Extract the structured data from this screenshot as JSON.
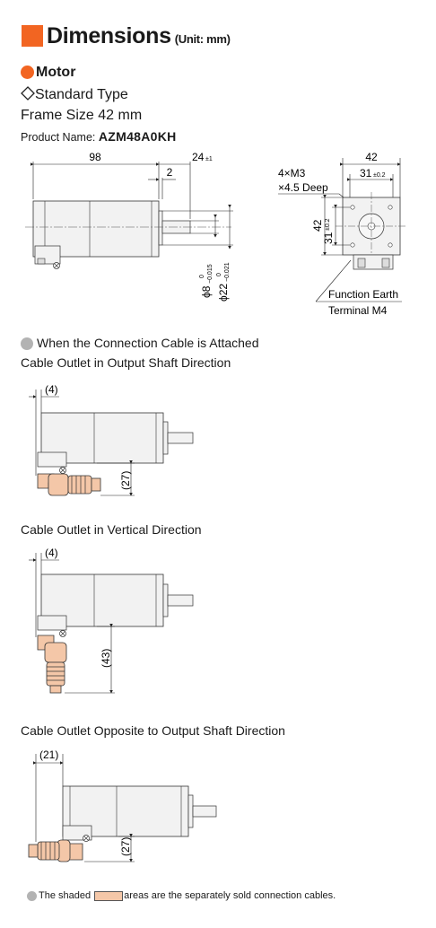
{
  "header": {
    "title": "Dimensions",
    "unit": "(Unit: mm)",
    "accent_color": "#f26522"
  },
  "motor": {
    "label": "Motor",
    "type_label": "Standard Type",
    "frame_size": "Frame Size 42 mm",
    "product_name_label": "Product Name: ",
    "product_name": "AZM48A0KH"
  },
  "side_view": {
    "length": "98",
    "step": "2",
    "shaft": "24",
    "shaft_tol": "±1",
    "d8": "ϕ8",
    "d8_tol_top": "0",
    "d8_tol_bottom": "−0.015",
    "d22": "ϕ22",
    "d22_tol_top": "0",
    "d22_tol_bottom": "−0.021"
  },
  "front_view": {
    "width": "42",
    "hole_pitch": "31",
    "hole_pitch_tol": "±0.2",
    "height": "42",
    "v_pitch": "31",
    "v_pitch_tol": "±0.2",
    "screw": "4×M3",
    "depth": "×4.5 Deep",
    "earth_line1": "Function Earth",
    "earth_line2": "Terminal M4"
  },
  "cable_section": {
    "title": "When the Connection Cable is Attached",
    "shaft_dir": {
      "title": "Cable Outlet in Output Shaft Direction",
      "offset": "(4)",
      "height": "(27)"
    },
    "vertical": {
      "title": "Cable Outlet in Vertical Direction",
      "offset": "(4)",
      "height": "(43)"
    },
    "opposite": {
      "title": "Cable Outlet Opposite to Output Shaft Direction",
      "offset": "(21)",
      "height": "(27)"
    }
  },
  "footnote": {
    "before": "The shaded",
    "after": "areas are the separately sold connection cables.",
    "cable_color": "#f4c7a8"
  }
}
